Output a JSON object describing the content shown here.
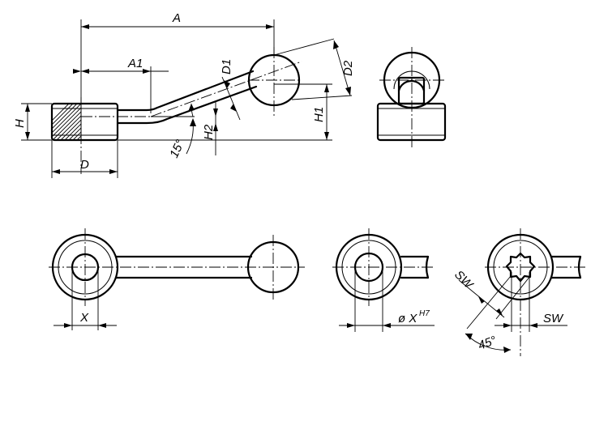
{
  "labels": {
    "a": "A",
    "a1": "A1",
    "d1": "D1",
    "d2": "D2",
    "h": "H",
    "h1": "H1",
    "h2": "H2",
    "d": "D",
    "angle15": "15°",
    "x": "X",
    "bore_prefix": "ø X",
    "bore_tol": "H7",
    "sw_diag": "SW",
    "sw_horiz": "SW",
    "angle45": "45°"
  }
}
